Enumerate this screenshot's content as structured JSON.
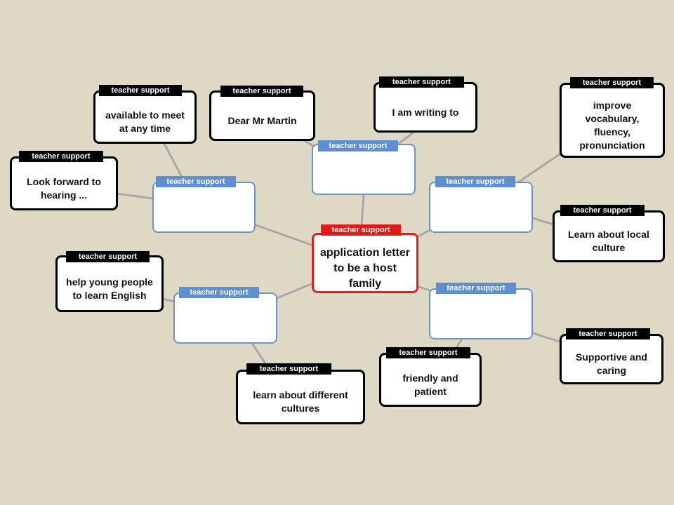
{
  "tag_label": "teacher support",
  "center": {
    "text": "application letter to be a host family"
  },
  "branches": {
    "top": "",
    "left": "",
    "right_top": "",
    "bottom_left": "",
    "bottom_right": ""
  },
  "leaves": {
    "available": "available to meet at any time",
    "dear": "Dear Mr Martin",
    "writing": "I am writing to",
    "vocabulary": "improve vocabulary, fluency, pronunciation",
    "look_forward": "Look forward to hearing ...",
    "local_culture": "Learn about local culture",
    "help_young": "help young people to learn English",
    "different_cultures": "learn about different cultures",
    "friendly": "friendly and patient",
    "supportive": "Supportive and caring"
  },
  "colors": {
    "background": "#ded9c5",
    "leaf_border": "#000000",
    "branch_border": "#6a93cf",
    "center_border": "#e0211f",
    "connector": "#a8a8a8"
  }
}
